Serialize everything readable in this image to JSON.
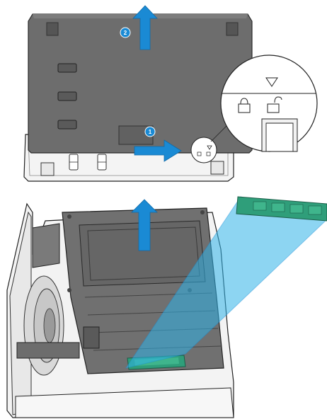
{
  "steps": [
    {
      "number": "2",
      "action": "lift-cover-up"
    },
    {
      "number": "1",
      "action": "slide-cover-right"
    }
  ],
  "icons": {
    "top": [
      "arrow-up-icon",
      "arrow-right-icon",
      "lock-icon",
      "unlock-icon",
      "triangle-indicator-icon"
    ],
    "bottom": [
      "arrow-up-icon",
      "memory-module-icon"
    ]
  },
  "colors": {
    "arrow_blue": "#1a8ad4",
    "badge_blue": "#1a8ad4",
    "chassis_gray": "#6b6b6b",
    "memory_green": "#2f9e7a",
    "beam_blue": "#2fb3e8",
    "outline": "#222222"
  }
}
